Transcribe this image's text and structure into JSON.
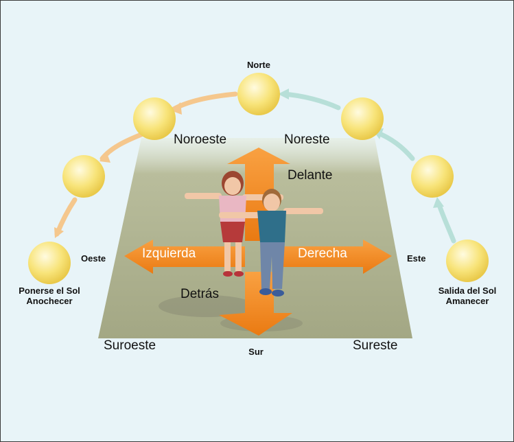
{
  "labels": {
    "north": "Norte",
    "south": "Sur",
    "west": "Oeste",
    "east": "Este",
    "northwest": "Noroeste",
    "northeast": "Noreste",
    "southwest": "Suroeste",
    "southeast": "Sureste",
    "front": "Delante",
    "behind": "Detrás",
    "left": "Izquierda",
    "right": "Derecha",
    "sunset_line1": "Ponerse el Sol",
    "sunset_line2": "Anochecer",
    "sunrise_line1": "Salida del Sol",
    "sunrise_line2": "Amanecer"
  },
  "colors": {
    "background": "#e8f4f8",
    "ground": "#a7ab88",
    "arrow": "#f28a1e",
    "sun": "#f7e27a",
    "arc_west": "#f5c78d",
    "arc_east": "#b7dfd8"
  },
  "icons": {
    "sun": "sun-icon",
    "people": "two-children-figures"
  }
}
